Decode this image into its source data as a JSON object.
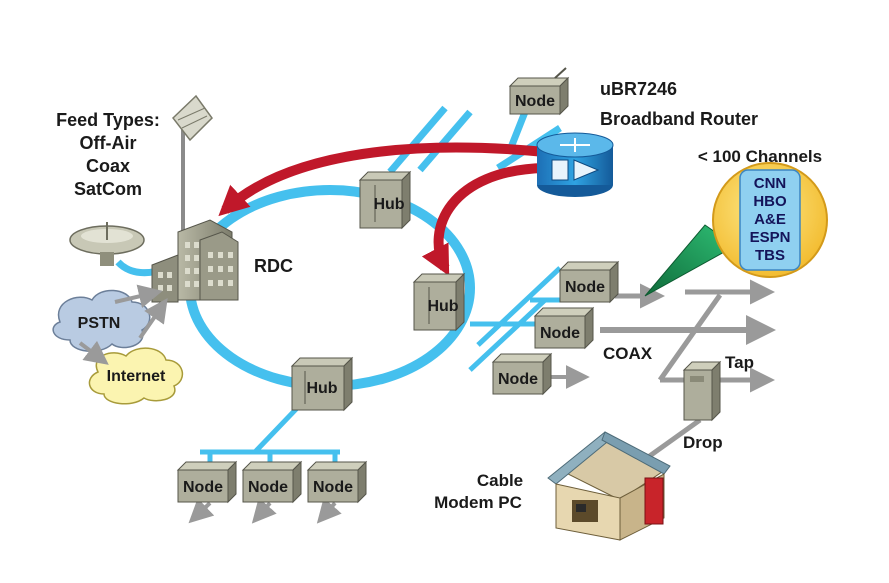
{
  "feed": {
    "title": "Feed Types:",
    "items": [
      "Off-Air",
      "Coax",
      "SatCom"
    ]
  },
  "router": {
    "model": "uBR7246",
    "name": "Broadband Router"
  },
  "rdc_label": "RDC",
  "clouds": {
    "pstn": "PSTN",
    "internet": "Internet"
  },
  "hubs": [
    "Hub",
    "Hub",
    "Hub"
  ],
  "node_label": "Node",
  "channels": {
    "title": "< 100 Channels",
    "list": [
      "CNN",
      "HBO",
      "A&E",
      "ESPN",
      "TBS"
    ]
  },
  "coax_label": "COAX",
  "tap_label": "Tap",
  "drop_label": "Drop",
  "modem": {
    "line1": "Cable",
    "line2": "Modem PC"
  },
  "colors": {
    "cable": "#45c0ee",
    "feed_arrow": "#c0182a",
    "router": "#1a8fd0",
    "channel_globe": "#fbd24a",
    "broadcast_beam": "#1f9a5a"
  }
}
